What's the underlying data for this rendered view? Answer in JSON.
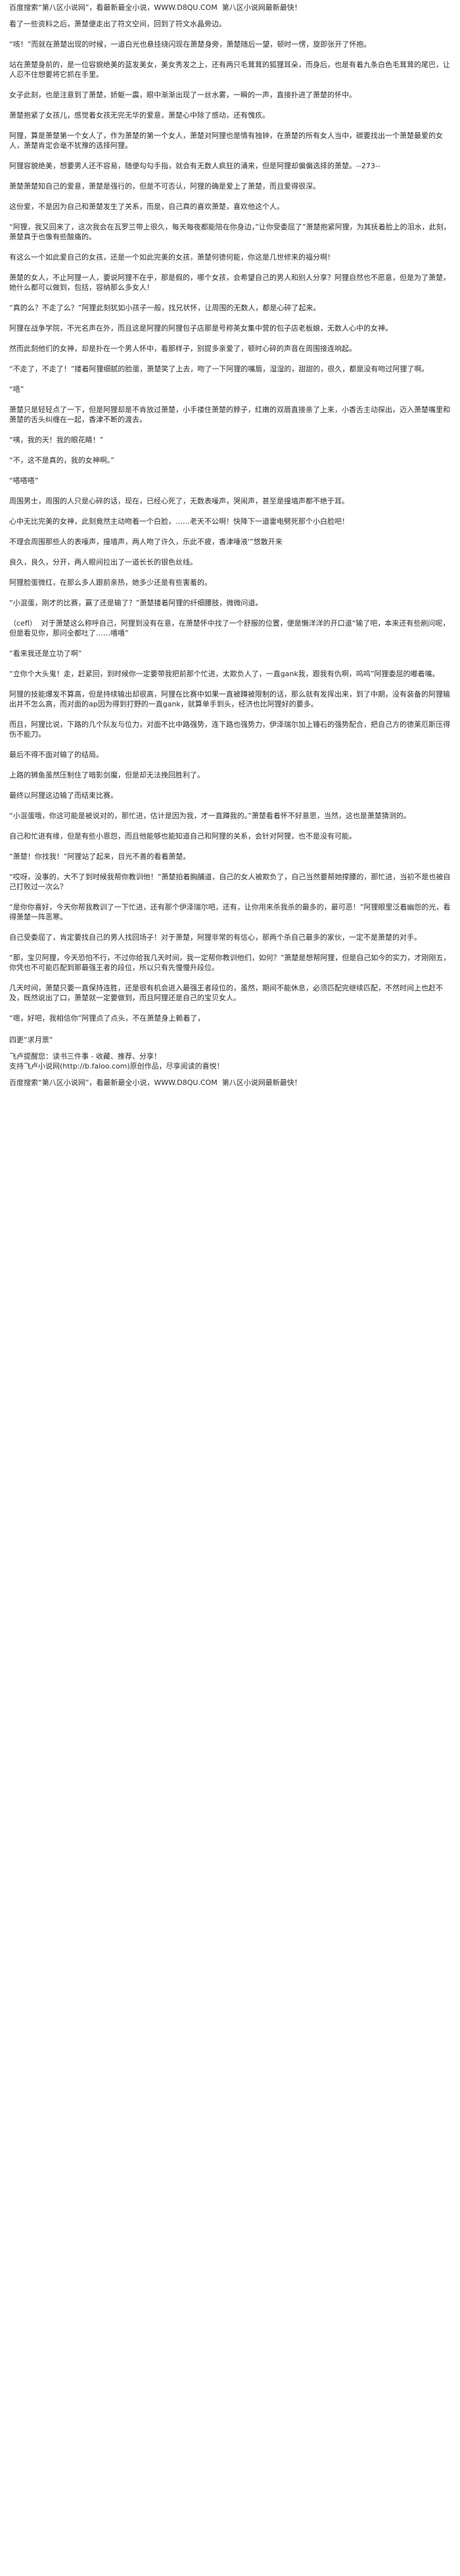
{
  "header": {
    "top_notice": "百度搜索“第八区小说网”，看最新最全小说，WWW.D8QU.COM  第八区小说网最新最快！"
  },
  "paragraphs": [
    "看了一些资料之后，萧楚便走出了符文空间，回到了符文水晶旁边。",
    "“咳！”而就在萧楚出现的时候，一道白光也悬挂绕闪现在萧楚身旁，萧楚随后一望，顿时一愣，旋即张开了怀抱。",
    "站在萧楚身前的，是一位容貌绝美的蓝发美女，美女秀发之上，还有两只毛茸茸的狐狸耳朵，而身后，也是有着九条白色毛茸茸的尾巴，让人忍不住想要将它抓在手里。",
    "女子此刻，也是注意到了萧楚，娇躯一震，眼中渐渐出现了一丝水雾，一瞬的一声，直接扑进了萧楚的怀中。",
    "萧楚抱紧了女孩儿，感觉着女孩无完无华的爱意，萧楚心中除了感动，还有愧疚。",
    "阿狸，算是萧楚第一个女人了，作为萧楚的第一个女人，萧楚对阿狸也是情有独钟，在萧楚的所有女人当中，碳要找出一个萧楚最爱的女人，萧楚肯定会毫不犹豫的选择阿狸。",
    "阿狸容貌绝美，想要男人还不容易，随便勾勾手指，就会有无数人疯狂的涌来，但是阿狸却偏偏选择的萧楚。--273--",
    "萧楚萧楚知自己的爱意，萧楚是强行的，但是不可否认，阿狸的确是爱上了萧楚，而且爱得很深。",
    "这份爱，不是因为自己和萧楚发生了关系，而是，自己真的喜欢萧楚，喜欢他这个人。",
    "“阿狸，我又回来了，这次我会在瓦罗兰带上很久，每天每夜都能陪在你身边，”让你受委屈了”萧楚抱紧阿狸，为其抚着脸上的泪水，此刻，萧楚真于也像有些酸痛的。",
    "有这么一个如此爱自己的女孩，还是一个如此完美的女孩，萧楚何德何能，你这是几世修来的福分啊！",
    "萧楚的女人，不止阿狸一人，要说阿狸不在乎，那是假的，哪个女孩，会希望自己的男人和别人分享？阿狸自然也不愿意，但是为了萧楚，她什么都可以做到，包括，容纳那么多女人！",
    "“真的么？不走了么？”阿狸此刻犹如小孩子一般，找兄状怀，让周围的无数人，都是心碎了起来。",
    "阿狸在战争学院，不光名声在外，而且这是阿狸的阿狸包子店那是号称英女集中营的包子店老板娘，无数人心中的女神。",
    "然而此刻他们的女神，却是扑在一个男人怀中，看那样子，别提多亲爱了，顿时心碎的声音在周围接连响起。",
    "“不走了，不走了！”搂着阿狸细腻的脸蛋，萧楚笑了上去，吻了一下阿狸的嘴唇，湿湿的，甜甜的，很久，都是没有吻过阿狸了啊。",
    "“唔”",
    "萧楚只是轻轻点了一下，但是阿狸却是不肯放过萧楚，小手搂住萧楚的脖子，红嫩的双唇直接亲了上来，小香舌主动探出，迈入萧楚嘴里和萧楚的舌头纠缠在一起，香津不断的渡去。",
    "“咦，我的天！我的眼花睛！”",
    "“不，这不是真的，我的女神啊。”",
    "“嗒嗒嗒”",
    "周围男士，周围的人只是心碎的话，现在，已经心死了，无数表嚎声，哭闹声，甚至是撞墙声都不绝于耳。",
    "心中无比完美的女神，此刻竟然主动吻着一个白脸，……老天不公啊！快降下一道雷电劈死那个小白脸吧！",
    "不理会周围那些人的表嚎声，撞墙声，两人吻了许久，乐此不疲，香津唾液'”悠散开来",
    "良久，良久，分开，两人眼间拉出了一道长长的银色丝线。",
    "阿狸脸蛋微红，在那么多人跟前亲热，她多少还是有些害羞的。",
    "“小混蛋，刚才的比赛，赢了还是输了？”萧楚搂着阿狸的纤细腰肢，微微问道。",
    "（cefl）  对于萧楚这么称呼自己，阿狸到没有在意，在萧楚怀中找了一个舒服的位置，便是懒洋洋的开口道“输了吧，本来还有些刷问呢，但是看见你，那问全都吐了……嘻嘻”",
    "“看来我还是立功了啊”",
    "“立你个大头鬼！走，赶紧回，到时候你一定要带我把前那个忙进，太欺负人了，一直gank我，跟我有仇啊，呜呜”阿狸委屈的嘟着嘴。",
    "阿狸的技能爆发不算高，但是持续输出却很高，阿狸在比赛中如果一直被蹲被限制的话，那么就有发挥出来，到了中期，没有装备的阿狸输出并不怎么高，而对面的ap因为得到打野的一直gank，就算单手到头，经济也比阿狸好的要多。",
    "而且，阿狸比说，下路的几个队友与位力，对面不比中路强势，连下路也强势力，伊泽瑞尔加上锤石的强势配合，把自己方的德莱厄斯压得伤不能刀。",
    "最后不得不面对输了的结局。",
    "上路的狮鱼虽然压制住了暗影剑魔，但是却无法挽回胜利了。",
    "最终以阿狸这边输了而结束比赛。",
    "“小混蛋哦，你这可能是被说对的，那忙进，估计是因为我，才一直蹲我的。”萧楚看着怀不好意思，当然，这也是萧楚猜测的。",
    "自己和忙进有缘，但是有些小恩怨，而且他能够也能知道自己和阿狸的关系，会针对阿狸，也不是没有可能。",
    "“萧楚！你找我！”阿狸站了起来，目光不善的看着萧楚。",
    "“哎呀，没事的，大不了到时候我帮你教训他！”萧楚拍着胸脯道，自己的女人被欺负了，自己当然要帮她撑腰的，那忙进，当初不是也被自己打败过一次么？",
    "“是你你喜好，今天你帮我教训了一下忙进，还有那个伊泽瑞尔吧，还有，让你用来杀我杀的最多的，最可恶！”阿狸眼里泛着幽怨的光，看得萧楚一阵恶寒。",
    "自己受委屈了，肯定要找自己的男人找回场子！对于萧楚，阿狸非常的有信心，那两个杀自己最多的家伙，一定不是萧楚的对手。",
    "“那，宝贝阿狸，今天恐怕不行，不过你给我几天时间，我一定帮你教训他们，如何？”萧楚是想帮阿狸，但是自己如今的实力，才刚刚五，你凭也不可能匹配到那最强王者的段位，所以只有先慢慢升段位。",
    "几天时间，萧楚只要一直保持连胜，还是很有机会进入最强王者段位的，虽然，期间不能休息，必须匹配完继续匹配，不然时间上也赶不及，既然说出了口，萧楚就一定要做到，而且阿狸还是自己的宝贝女人。",
    "“嗯，好吧，我相信你”阿狸点了点头，不在萧楚身上赖着了，"
  ],
  "chapter_end_note": "四更“求月票”",
  "closing_lines": [
    "飞卢提醒您：读书三件事 - 收藏、推荐、分享！",
    "支持飞卢小说网(http://b.faloo.com)原创作品，尽享阅读的喜悦！"
  ],
  "footer": {
    "bottom_notice": "百度搜索“第八区小说网”，看最新最全小说，WWW.D8QU.COM  第八区小说网最新最快！"
  }
}
